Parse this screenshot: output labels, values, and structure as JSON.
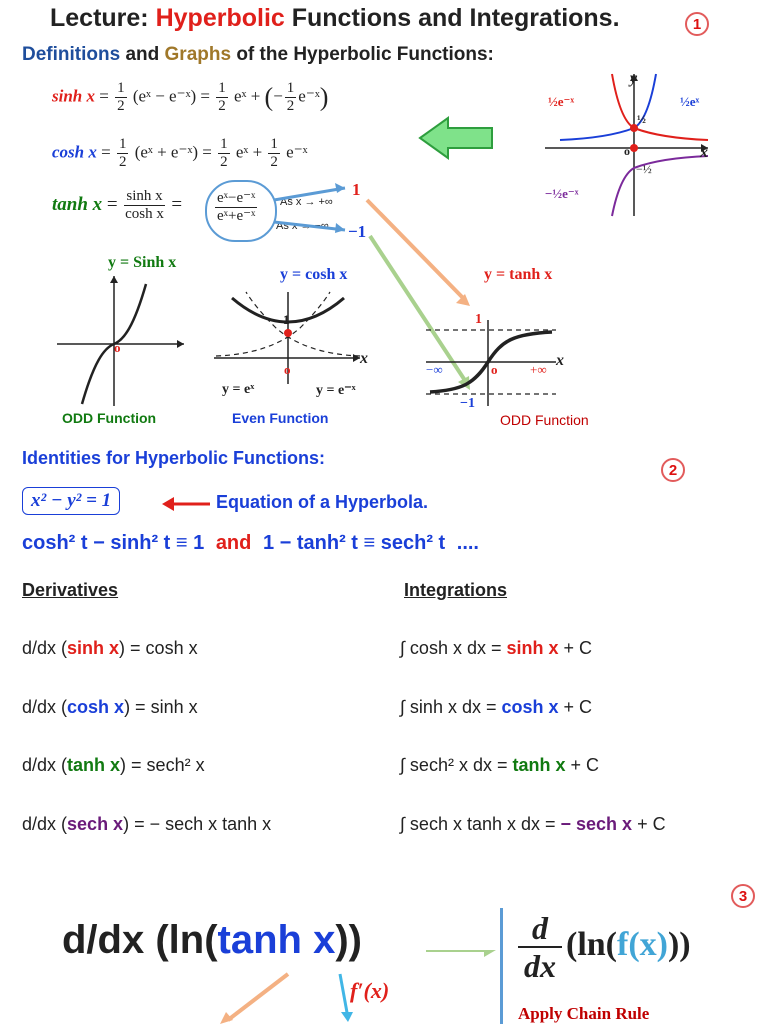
{
  "title": {
    "prefix": "Lecture: ",
    "highlight": "Hyperbolic",
    "suffix": " Functions and Integrations.",
    "badge": "1"
  },
  "subtitle": {
    "part1": "Definitions",
    "part2": " and ",
    "part3": "Graphs",
    "part4": " of the Hyperbolic Functions:"
  },
  "definitions": {
    "sinh": {
      "name": "sinh x",
      "rhs1": "(e",
      "full": "(eˣ − e⁻ˣ) =",
      "mid": "eˣ +",
      "tail": "e⁻ˣ"
    },
    "cosh": {
      "name": "cosh x",
      "full": "(eˣ + e⁻ˣ) =",
      "mid": "eˣ +",
      "tail": "e⁻ˣ"
    },
    "tanh": {
      "name": "tanh x",
      "frac1_num": "sinh x",
      "frac1_den": "cosh x",
      "frac2_num": "eˣ−e⁻ˣ",
      "frac2_den": "eˣ+e⁻ˣ",
      "limit_pos": "As x → +∞",
      "limit_neg": "As x → −∞",
      "val_pos": "1",
      "val_neg": "−1"
    }
  },
  "top_graph": {
    "y_label": "y",
    "x_label": "x",
    "label_pos_left": "½e⁻ˣ",
    "label_pos_right": "½eˣ",
    "half": "½",
    "zero": "o",
    "neg_half": "−½",
    "label_neg_left": "−½e⁻ˣ"
  },
  "graphs": {
    "sinh": {
      "title": "y = Sinh x",
      "origin": "o",
      "caption": "ODD Function"
    },
    "cosh": {
      "title": "y = cosh x",
      "one": "1",
      "origin": "o",
      "x": "x",
      "left": "y = eˣ",
      "right": "y = e⁻ˣ",
      "caption": "Even Function"
    },
    "tanh": {
      "title": "y = tanh x",
      "one": "1",
      "neg_one": "−1",
      "x": "x",
      "neg_inf": "−∞",
      "pos_inf": "+∞",
      "origin": "o",
      "caption": "ODD Function"
    }
  },
  "identities": {
    "heading": "Identities for Hyperbolic Functions:",
    "badge": "2",
    "hyperbola": "x² − y² = 1",
    "hyperbola_note": "Equation of a Hyperbola.",
    "id1": "cosh² t − sinh² t ≡ 1",
    "and": "and",
    "id2": "1 − tanh² t ≡ sech² t",
    "dots": "...."
  },
  "derivatives": {
    "heading": "Derivatives",
    "rows": [
      {
        "pre": "d/dx (",
        "fn": "sinh x",
        "post": ") = cosh x"
      },
      {
        "pre": "d/dx (",
        "fn": "cosh x",
        "post": ") = sinh x"
      },
      {
        "pre": "d/dx (",
        "fn": "tanh x",
        "post": ") = sech² x"
      },
      {
        "pre": "d/dx (",
        "fn": "sech x",
        "post": ") = − sech x tanh x"
      }
    ]
  },
  "integrations": {
    "heading": "Integrations",
    "rows": [
      {
        "pre": "∫ cosh x dx = ",
        "fn": "sinh x",
        "post": " + C"
      },
      {
        "pre": "∫ sinh x dx = ",
        "fn": "cosh x",
        "post": " + C"
      },
      {
        "pre": "∫ sech² x dx = ",
        "fn": "tanh x",
        "post": " + C"
      },
      {
        "pre": "∫ sech x tanh x dx = ",
        "fn": "− sech x",
        "post": " + C"
      }
    ]
  },
  "part3": {
    "badge": "3",
    "expr_pre": "d/dx (ln(",
    "expr_fn": "tanh x",
    "expr_post": "))",
    "fprime": "f′(x)",
    "d": "d",
    "dx": "dx",
    "ln": "(ln(",
    "fx": "f(x)",
    "close": "))",
    "chain": "Apply Chain Rule"
  }
}
